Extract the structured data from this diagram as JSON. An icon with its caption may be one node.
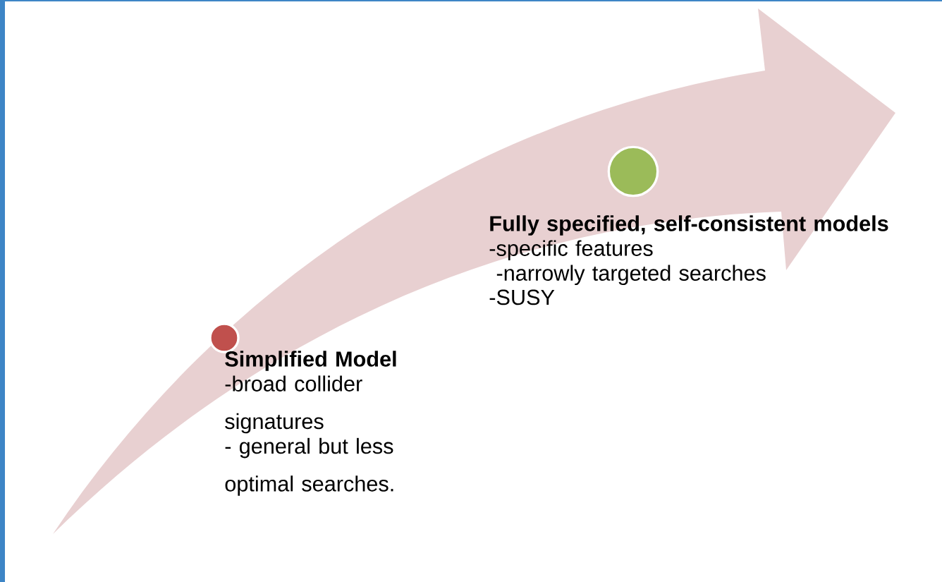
{
  "diagram": {
    "nodes": [
      {
        "text": [],
        "shape": "circle",
        "beside": [
          "Simplified Model",
          "-broad collider signatures",
          "- general but less optimal searches."
        ]
      },
      {
        "text": [],
        "shape": "circle",
        "beside": [
          "Fully specified, self-consistent models",
          "-specific features",
          " -narrowly targeted  searches",
          "-SUSY"
        ]
      }
    ]
  }
}
